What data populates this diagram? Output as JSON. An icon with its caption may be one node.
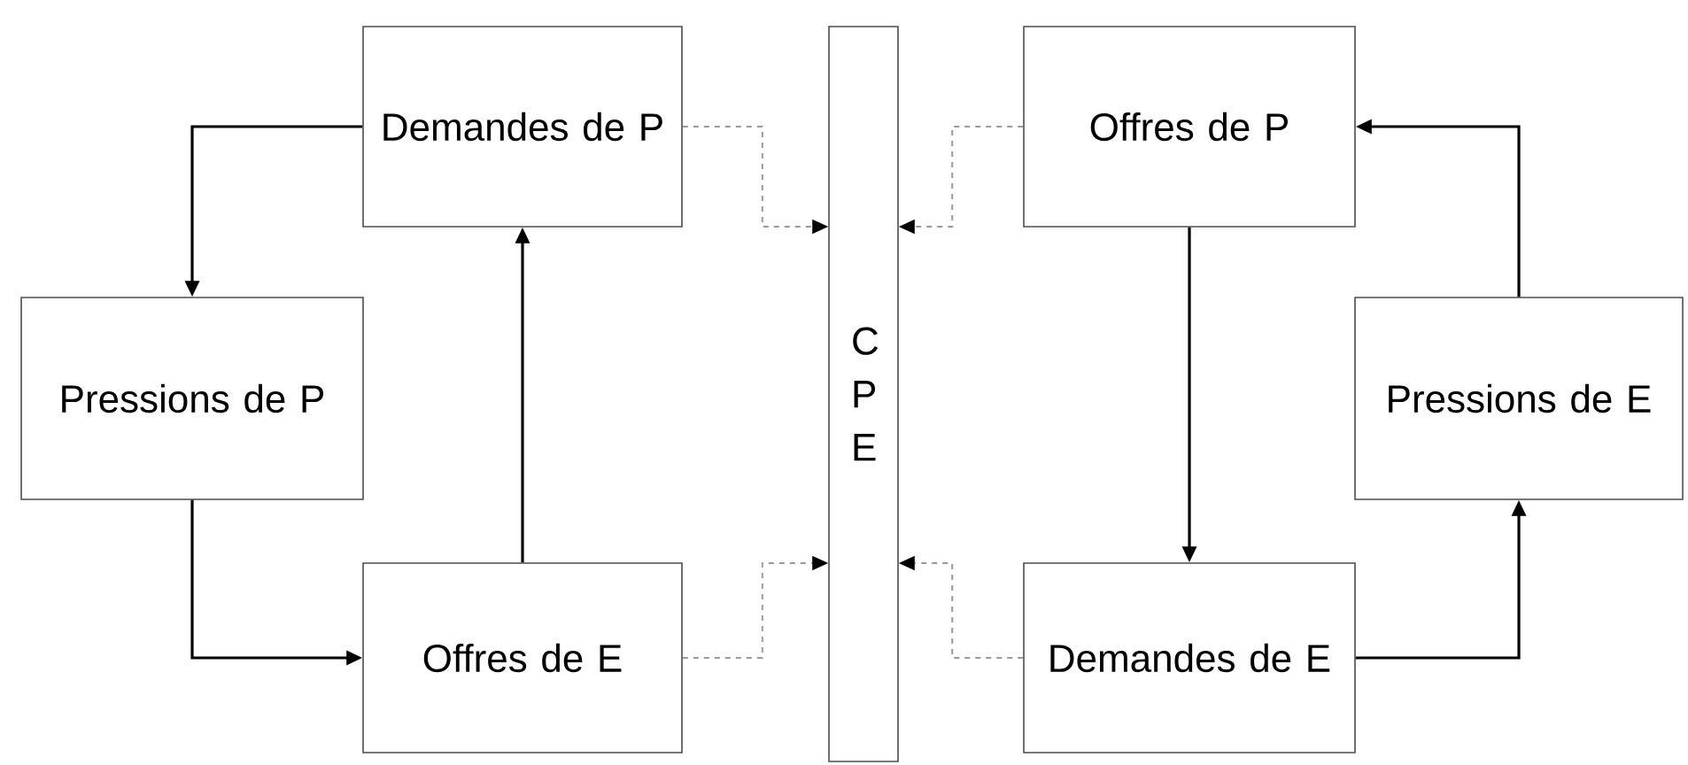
{
  "diagram": {
    "nodes": [
      {
        "text": [
          "Demandes de P"
        ]
      },
      {
        "text": [
          "Pressions de P"
        ]
      },
      {
        "text": [
          "Offres de E"
        ]
      },
      {
        "text": [
          "C P E"
        ]
      },
      {
        "text": [
          "Offres de P"
        ]
      },
      {
        "text": [
          "Pressions de E"
        ]
      },
      {
        "text": [
          "Demandes de E"
        ]
      }
    ],
    "edges": [
      {
        "from": 0,
        "to": 1,
        "arrow": "to"
      },
      {
        "from": 1,
        "to": 2,
        "arrow": "to"
      },
      {
        "from": 2,
        "to": 0,
        "arrow": "to"
      },
      {
        "from": 4,
        "to": 6,
        "arrow": "to"
      },
      {
        "from": 6,
        "to": 5,
        "arrow": "to"
      },
      {
        "from": 5,
        "to": 4,
        "arrow": "to"
      },
      {
        "from": 0,
        "to": 3,
        "arrow": "to",
        "style": "dashed",
        "color": "#999999"
      },
      {
        "from": 2,
        "to": 3,
        "arrow": "to",
        "style": "dashed",
        "color": "#999999"
      },
      {
        "from": 4,
        "to": 3,
        "arrow": "to",
        "style": "dashed",
        "color": "#999999"
      },
      {
        "from": 6,
        "to": 3,
        "arrow": "to",
        "style": "dashed",
        "color": "#999999"
      }
    ]
  }
}
